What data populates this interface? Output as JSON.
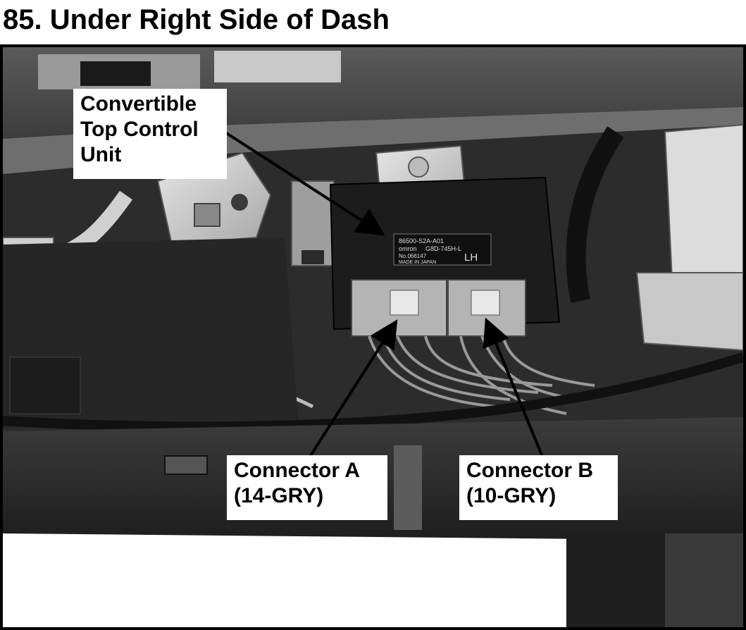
{
  "page": {
    "title": "85. Under Right Side of Dash"
  },
  "callouts": {
    "control_unit": "Convertible\nTop Control\nUnit",
    "connector_a": "Connector A\n(14-GRY)",
    "connector_b": "Connector B\n(10-GRY)"
  },
  "unit_label": {
    "part_number": "86500-S2A-A01",
    "brand": "omron",
    "model": "G8D-745H-L",
    "serial": "No.066147",
    "side": "LH",
    "origin": "MADE IN JAPAN"
  },
  "colors": {
    "frame": "#000000",
    "background": "#ffffff",
    "photo_dark": "#2a2a2a",
    "photo_mid": "#8a8a8a",
    "photo_light": "#d8d8d8"
  }
}
